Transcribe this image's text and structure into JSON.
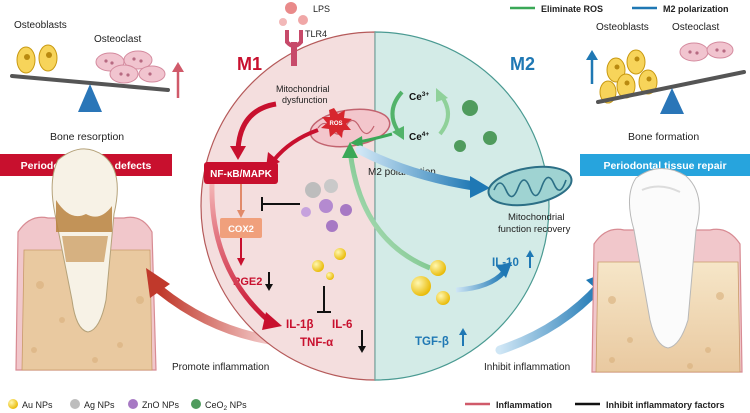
{
  "top_legend": {
    "eliminate_ros": "Eliminate ROS",
    "m2_polarization": "M2 polarization"
  },
  "left": {
    "osteoblasts": "Osteoblasts",
    "osteoclast": "Osteoclast",
    "bone_resorption": "Bone resorption",
    "banner": "Periodontal tissue defects",
    "promote_inflammation": "Promote inflammation"
  },
  "right": {
    "osteoblasts": "Osteoblasts",
    "osteoclast": "Osteoclast",
    "bone_formation": "Bone formation",
    "banner": "Periodontal tissue repair",
    "inhibit_inflammation": "Inhibit inflammation"
  },
  "center": {
    "lps": "LPS",
    "tlr4": "TLR4",
    "m1": "M1",
    "m2": "M2",
    "mito_dysfunction_1": "Mitochondrial",
    "mito_dysfunction_2": "dysfunction",
    "ros": "ROS",
    "nfkb": "NF-κB/MAPK",
    "cox2": "COX2",
    "pge2": "PGE2",
    "il1b": "IL-1β",
    "il6": "IL-6",
    "tnfa": "TNF-α",
    "ce3": "Ce",
    "ce3_sup": "3+",
    "ce4": "Ce",
    "ce4_sup": "4+",
    "m2_polarization": "M2 polarization",
    "mito_recovery_1": "Mitochondrial",
    "mito_recovery_2": "function recovery",
    "il10": "IL-10",
    "tgfb": "TGF-β"
  },
  "bottom_legend": {
    "au": "Au NPs",
    "ag": "Ag NPs",
    "zno": "ZnO NPs",
    "ceo2_a": "CeO",
    "ceo2_sub": "2",
    "ceo2_b": " NPs",
    "inflammation": "Inflammation",
    "inhibit_factors": "Inhibit inflammatory factors"
  },
  "colors": {
    "m1_red": "#c8102e",
    "m2_blue": "#1f78b4",
    "green": "#3aa857",
    "au": "#f2c811",
    "ag": "#bdbdbd",
    "zno": "#a779c4",
    "ceo2": "#4f9b5d",
    "m1_fill": "#f3dede",
    "m2_fill": "#d5ebe8"
  }
}
